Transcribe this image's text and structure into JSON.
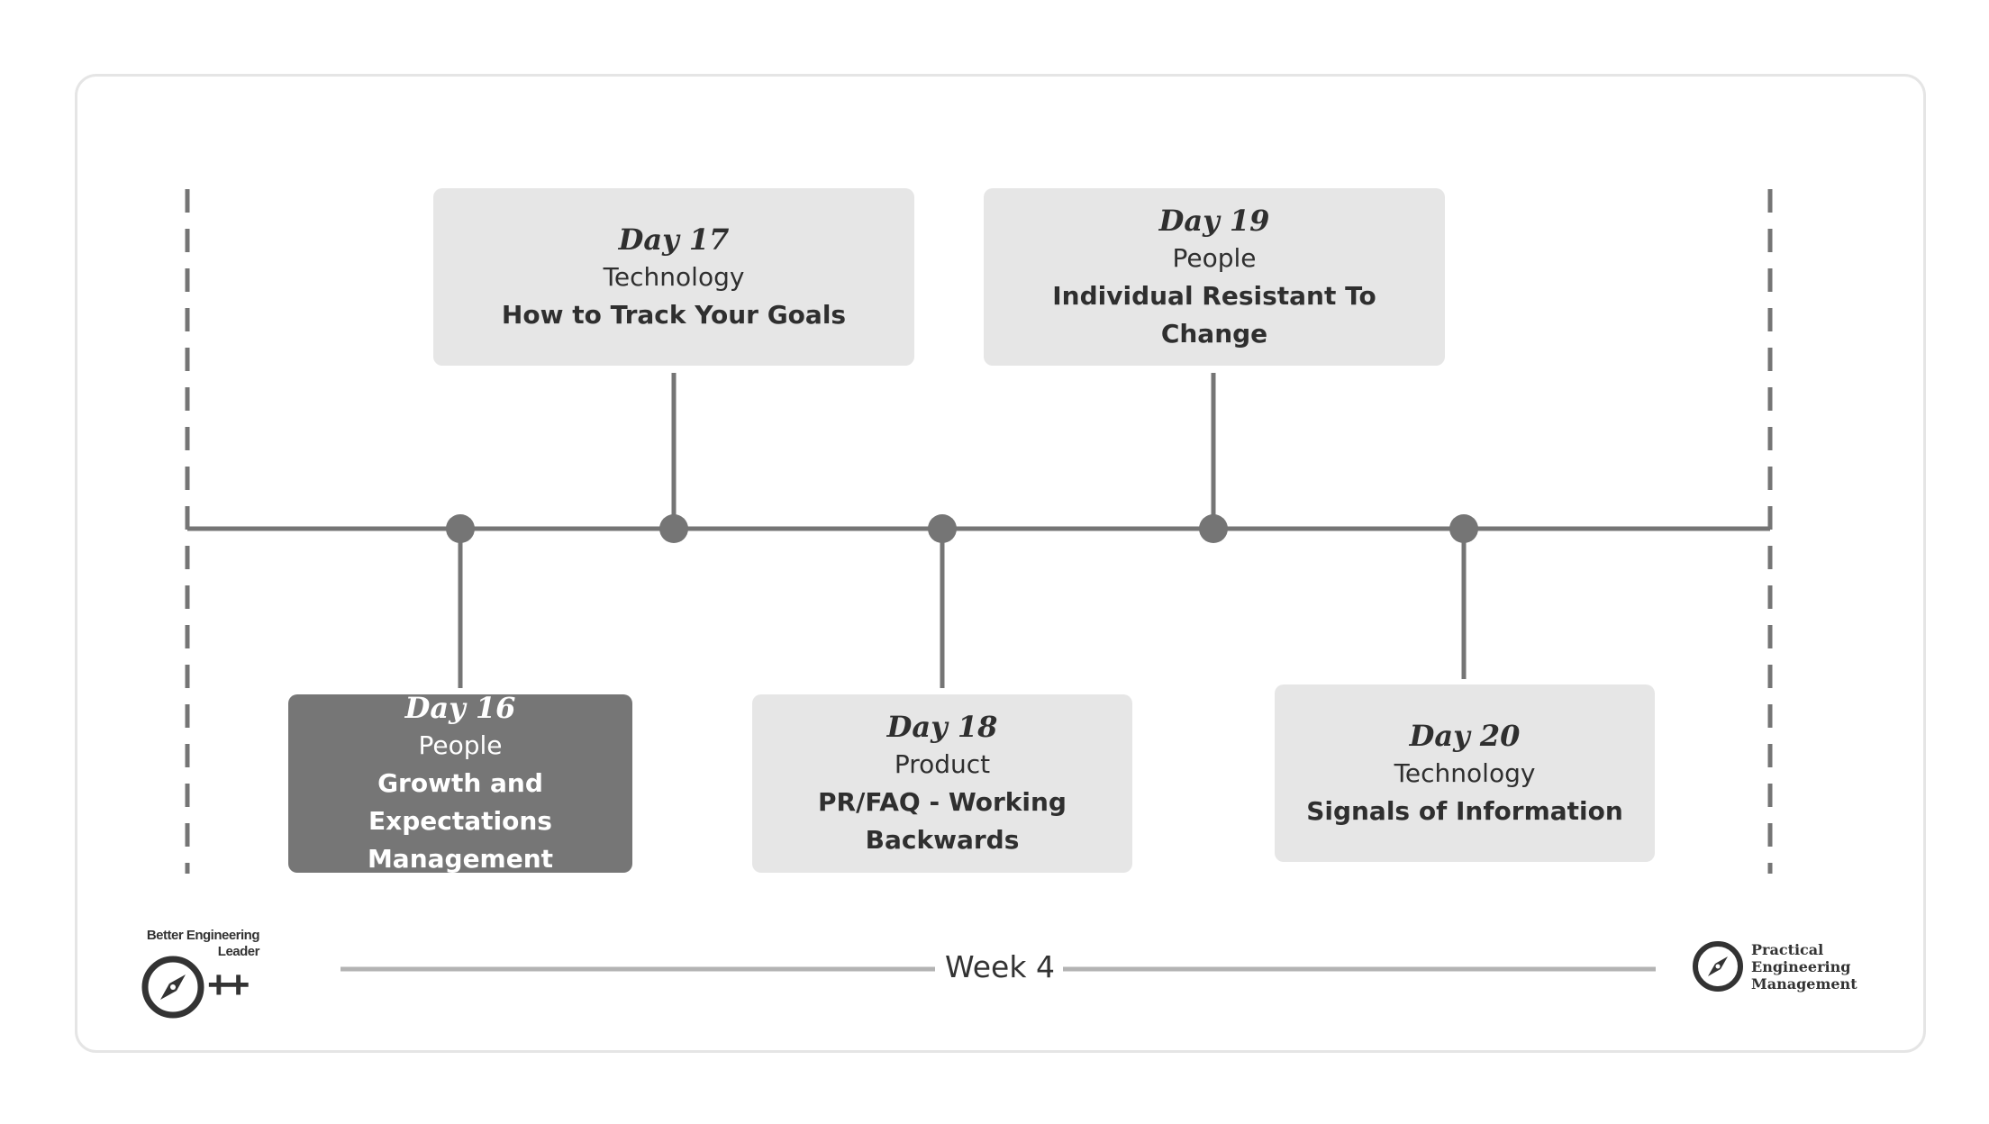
{
  "timeline": {
    "events": [
      {
        "day": "Day 16",
        "category": "People",
        "title": "Growth and Expectations Management",
        "position": "below",
        "highlighted": true
      },
      {
        "day": "Day 17",
        "category": "Technology",
        "title": "How to Track Your Goals",
        "position": "above",
        "highlighted": false
      },
      {
        "day": "Day 18",
        "category": "Product",
        "title": "PR/FAQ - Working Backwards",
        "position": "below",
        "highlighted": false
      },
      {
        "day": "Day 19",
        "category": "People",
        "title": "Individual Resistant To Change",
        "position": "above",
        "highlighted": false
      },
      {
        "day": "Day 20",
        "category": "Technology",
        "title": "Signals of Information",
        "position": "below",
        "highlighted": false
      }
    ]
  },
  "footer": {
    "week_label": "Week 4",
    "left_logo": {
      "text": "Better Engineering Leader",
      "suffix": "++",
      "icon": "compass-icon"
    },
    "right_logo": {
      "lines": [
        "Practical",
        "Engineering",
        "Management"
      ],
      "icon": "compass-icon"
    }
  },
  "colors": {
    "line": "#757575",
    "card": "#e6e6e6",
    "card_active": "#767676",
    "rule": "#b3b3b3",
    "text": "#2f2f2f"
  }
}
